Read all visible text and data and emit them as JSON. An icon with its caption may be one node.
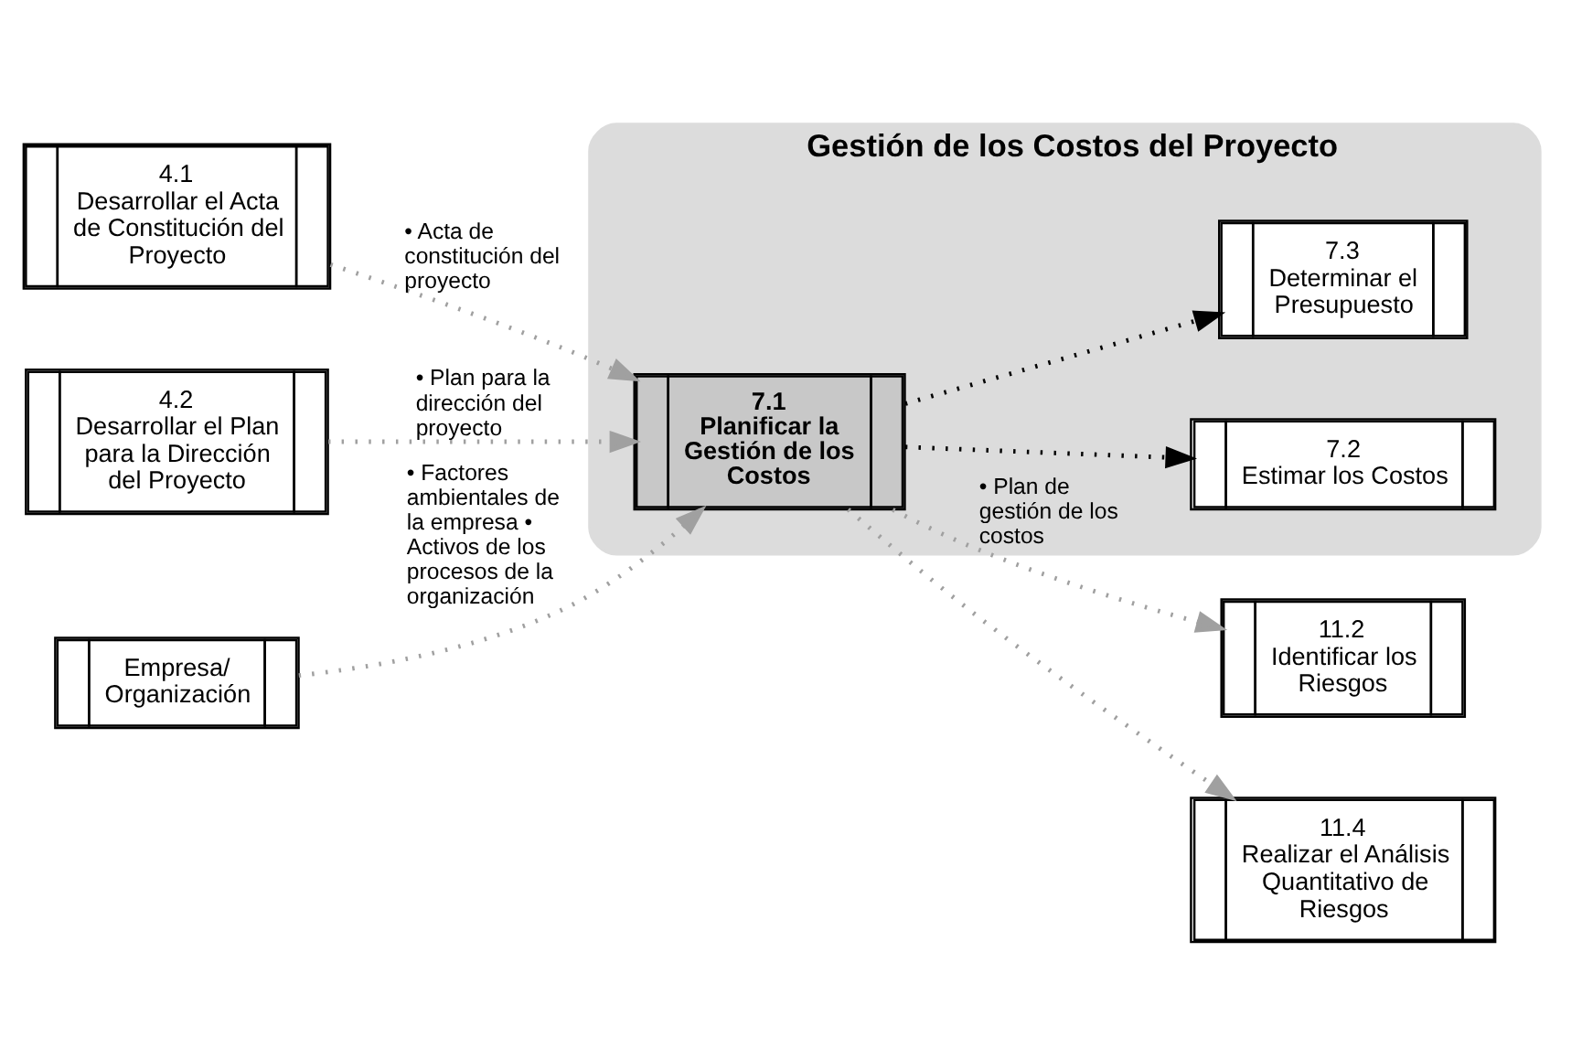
{
  "diagram": {
    "nodes": [
      {
        "text": [
          "4.1",
          "Desarrollar el Acta de Constitución del Proyecto"
        ]
      },
      {
        "text": [
          "4.2",
          "Desarrollar el Plan para la Dirección del Proyecto"
        ]
      },
      {
        "text": [
          "Empresa/ Organización"
        ]
      },
      {
        "text": [
          "Gestión de los Costos del Proyecto"
        ]
      },
      {
        "text": [
          "7.1",
          "Planificar la Gestión de los Costos"
        ],
        "in": 3
      },
      {
        "text": [
          "7.2",
          "Estimar los Costos"
        ],
        "in": 3
      },
      {
        "text": [
          "7.3",
          "Determinar el Presupuesto"
        ],
        "in": 3
      },
      {
        "text": [
          "11.2",
          "Identificar los Riesgos"
        ]
      },
      {
        "text": [
          "11.4",
          "Realizar el Análisis Quantitativo de Riesgos"
        ]
      }
    ],
    "edges": [
      {
        "from": 0,
        "to": 4,
        "arrow": "to",
        "label": "• Acta de constitución del proyecto"
      },
      {
        "from": 1,
        "to": 4,
        "arrow": "to",
        "label": "• Plan para la dirección del proyecto"
      },
      {
        "from": 2,
        "to": 4,
        "arrow": "to",
        "label": "• Factores ambientales de la empresa • Activos de los procesos de la organización"
      },
      {
        "from": 4,
        "to": 5,
        "arrow": "to",
        "color": "#000000"
      },
      {
        "from": 4,
        "to": 6,
        "arrow": "to",
        "color": "#000000"
      },
      {
        "from": 4,
        "to": 7,
        "arrow": "to",
        "label": "• Plan de gestión de los costos"
      },
      {
        "from": 4,
        "to": 8,
        "arrow": "to"
      }
    ]
  }
}
